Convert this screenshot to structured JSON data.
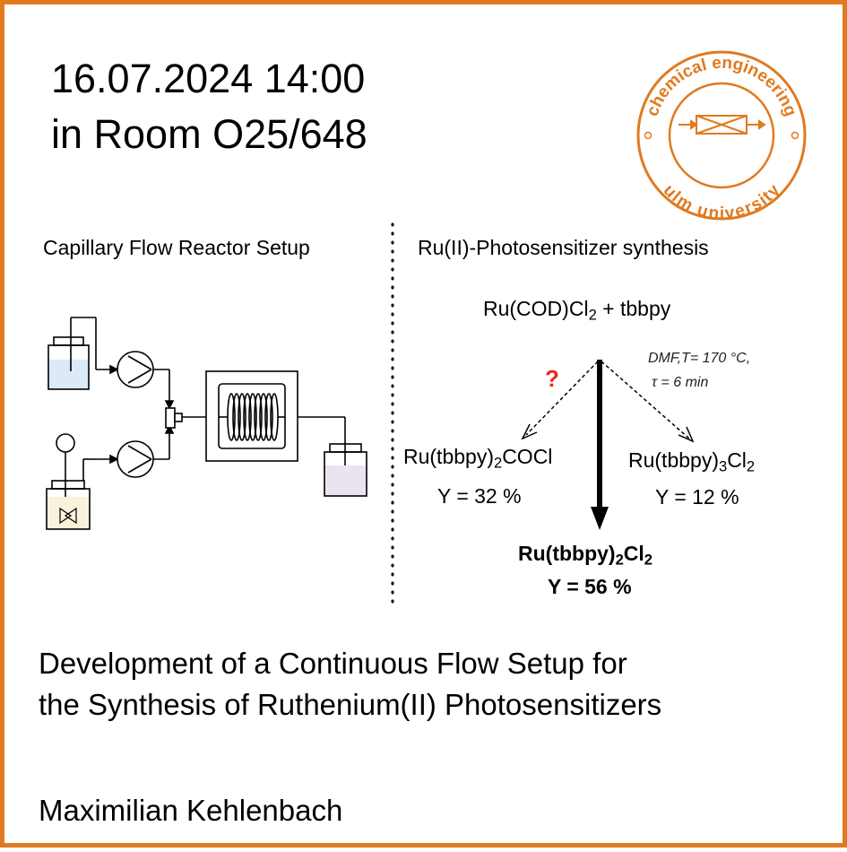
{
  "event": {
    "date_time": "16.07.2024 14:00",
    "room": "in Room O25/648"
  },
  "logo": {
    "top_text": "chemical engineering",
    "bottom_text": "ulm university",
    "color": "#e07a1f"
  },
  "left_panel": {
    "heading": "Capillary Flow Reactor Setup"
  },
  "right_panel": {
    "heading": "Ru(II)-Photosensitizer synthesis",
    "reactants": {
      "main": "Ru(COD)Cl",
      "sub": "2",
      "rest": " + tbbpy"
    },
    "conditions_line1": "DMF,T= 170 °C,",
    "conditions_line2": "τ = 6 min",
    "question_mark": "?",
    "product_left": {
      "a": "Ru(tbbpy)",
      "sub": "2",
      "b": "COCl",
      "yield": "Y = 32 %"
    },
    "product_right": {
      "a": "Ru(tbbpy)",
      "sub1": "3",
      "b": "Cl",
      "sub2": "2",
      "yield": "Y = 12 %"
    },
    "product_main": {
      "a": "Ru(tbbpy)",
      "sub1": "2",
      "b": "Cl",
      "sub2": "2",
      "yield": "Y = 56 %"
    }
  },
  "talk": {
    "title_line1": "Development of a Continuous Flow Setup for",
    "title_line2": "the Synthesis of Ruthenium(II) Photosensitizers",
    "speaker": "Maximilian Kehlenbach"
  },
  "colors": {
    "frame": "#e07a1f",
    "question_mark": "#e8261c",
    "solution_blue": "#dce9f7",
    "solution_yellow": "#fbf2dc",
    "product_purple": "#ece3f0"
  }
}
